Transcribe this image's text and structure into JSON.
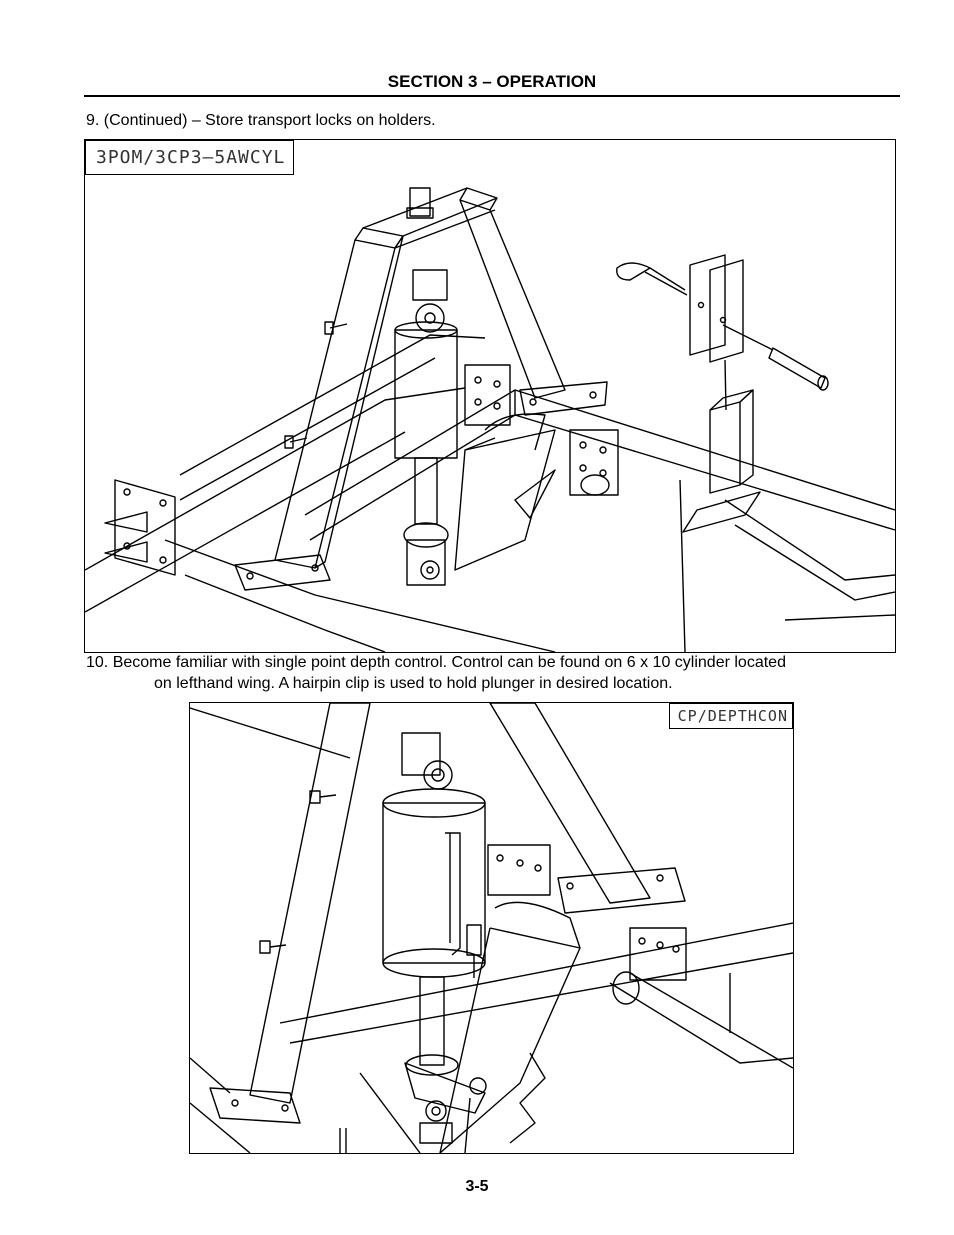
{
  "header": {
    "section_title": "SECTION 3 – OPERATION"
  },
  "step9": {
    "text": "9. (Continued) – Store transport locks on holders."
  },
  "figure1": {
    "label": "3POM/3CP3–5AWCYL"
  },
  "step10": {
    "line1": "10. Become familiar with single point depth control. Control can be found on 6 x 10 cylinder located",
    "line2": "on lefthand wing. A hairpin clip is used to hold plunger in desired location."
  },
  "figure2": {
    "label": "CP/DEPTHCON"
  },
  "footer": {
    "page_number": "3-5"
  }
}
